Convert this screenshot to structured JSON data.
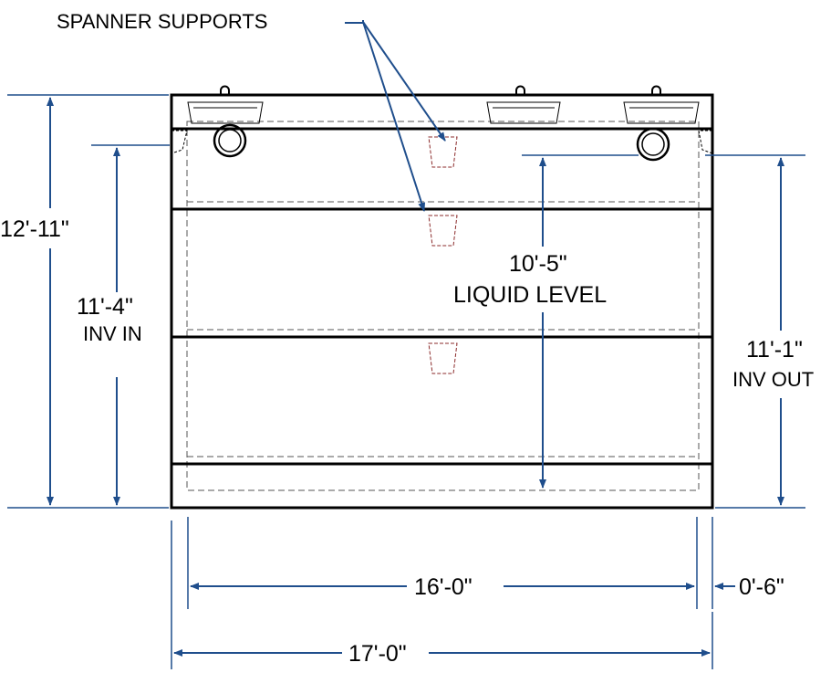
{
  "callout": {
    "text": "SPANNER SUPPORTS"
  },
  "dimensions": {
    "overall_height": "12'-11\"",
    "inv_in_value": "11'-4\"",
    "inv_in_label": "INV IN",
    "liquid_value": "10'-5\"",
    "liquid_label": "LIQUID LEVEL",
    "inv_out_value": "11'-1\"",
    "inv_out_label": "INV OUT",
    "inner_width": "16'-0\"",
    "wall_offset": "0'-6\"",
    "overall_width": "17'-0\""
  },
  "colors": {
    "dimension": "#1f4e8c",
    "outline": "#000000",
    "support": "#8b2b2b"
  }
}
